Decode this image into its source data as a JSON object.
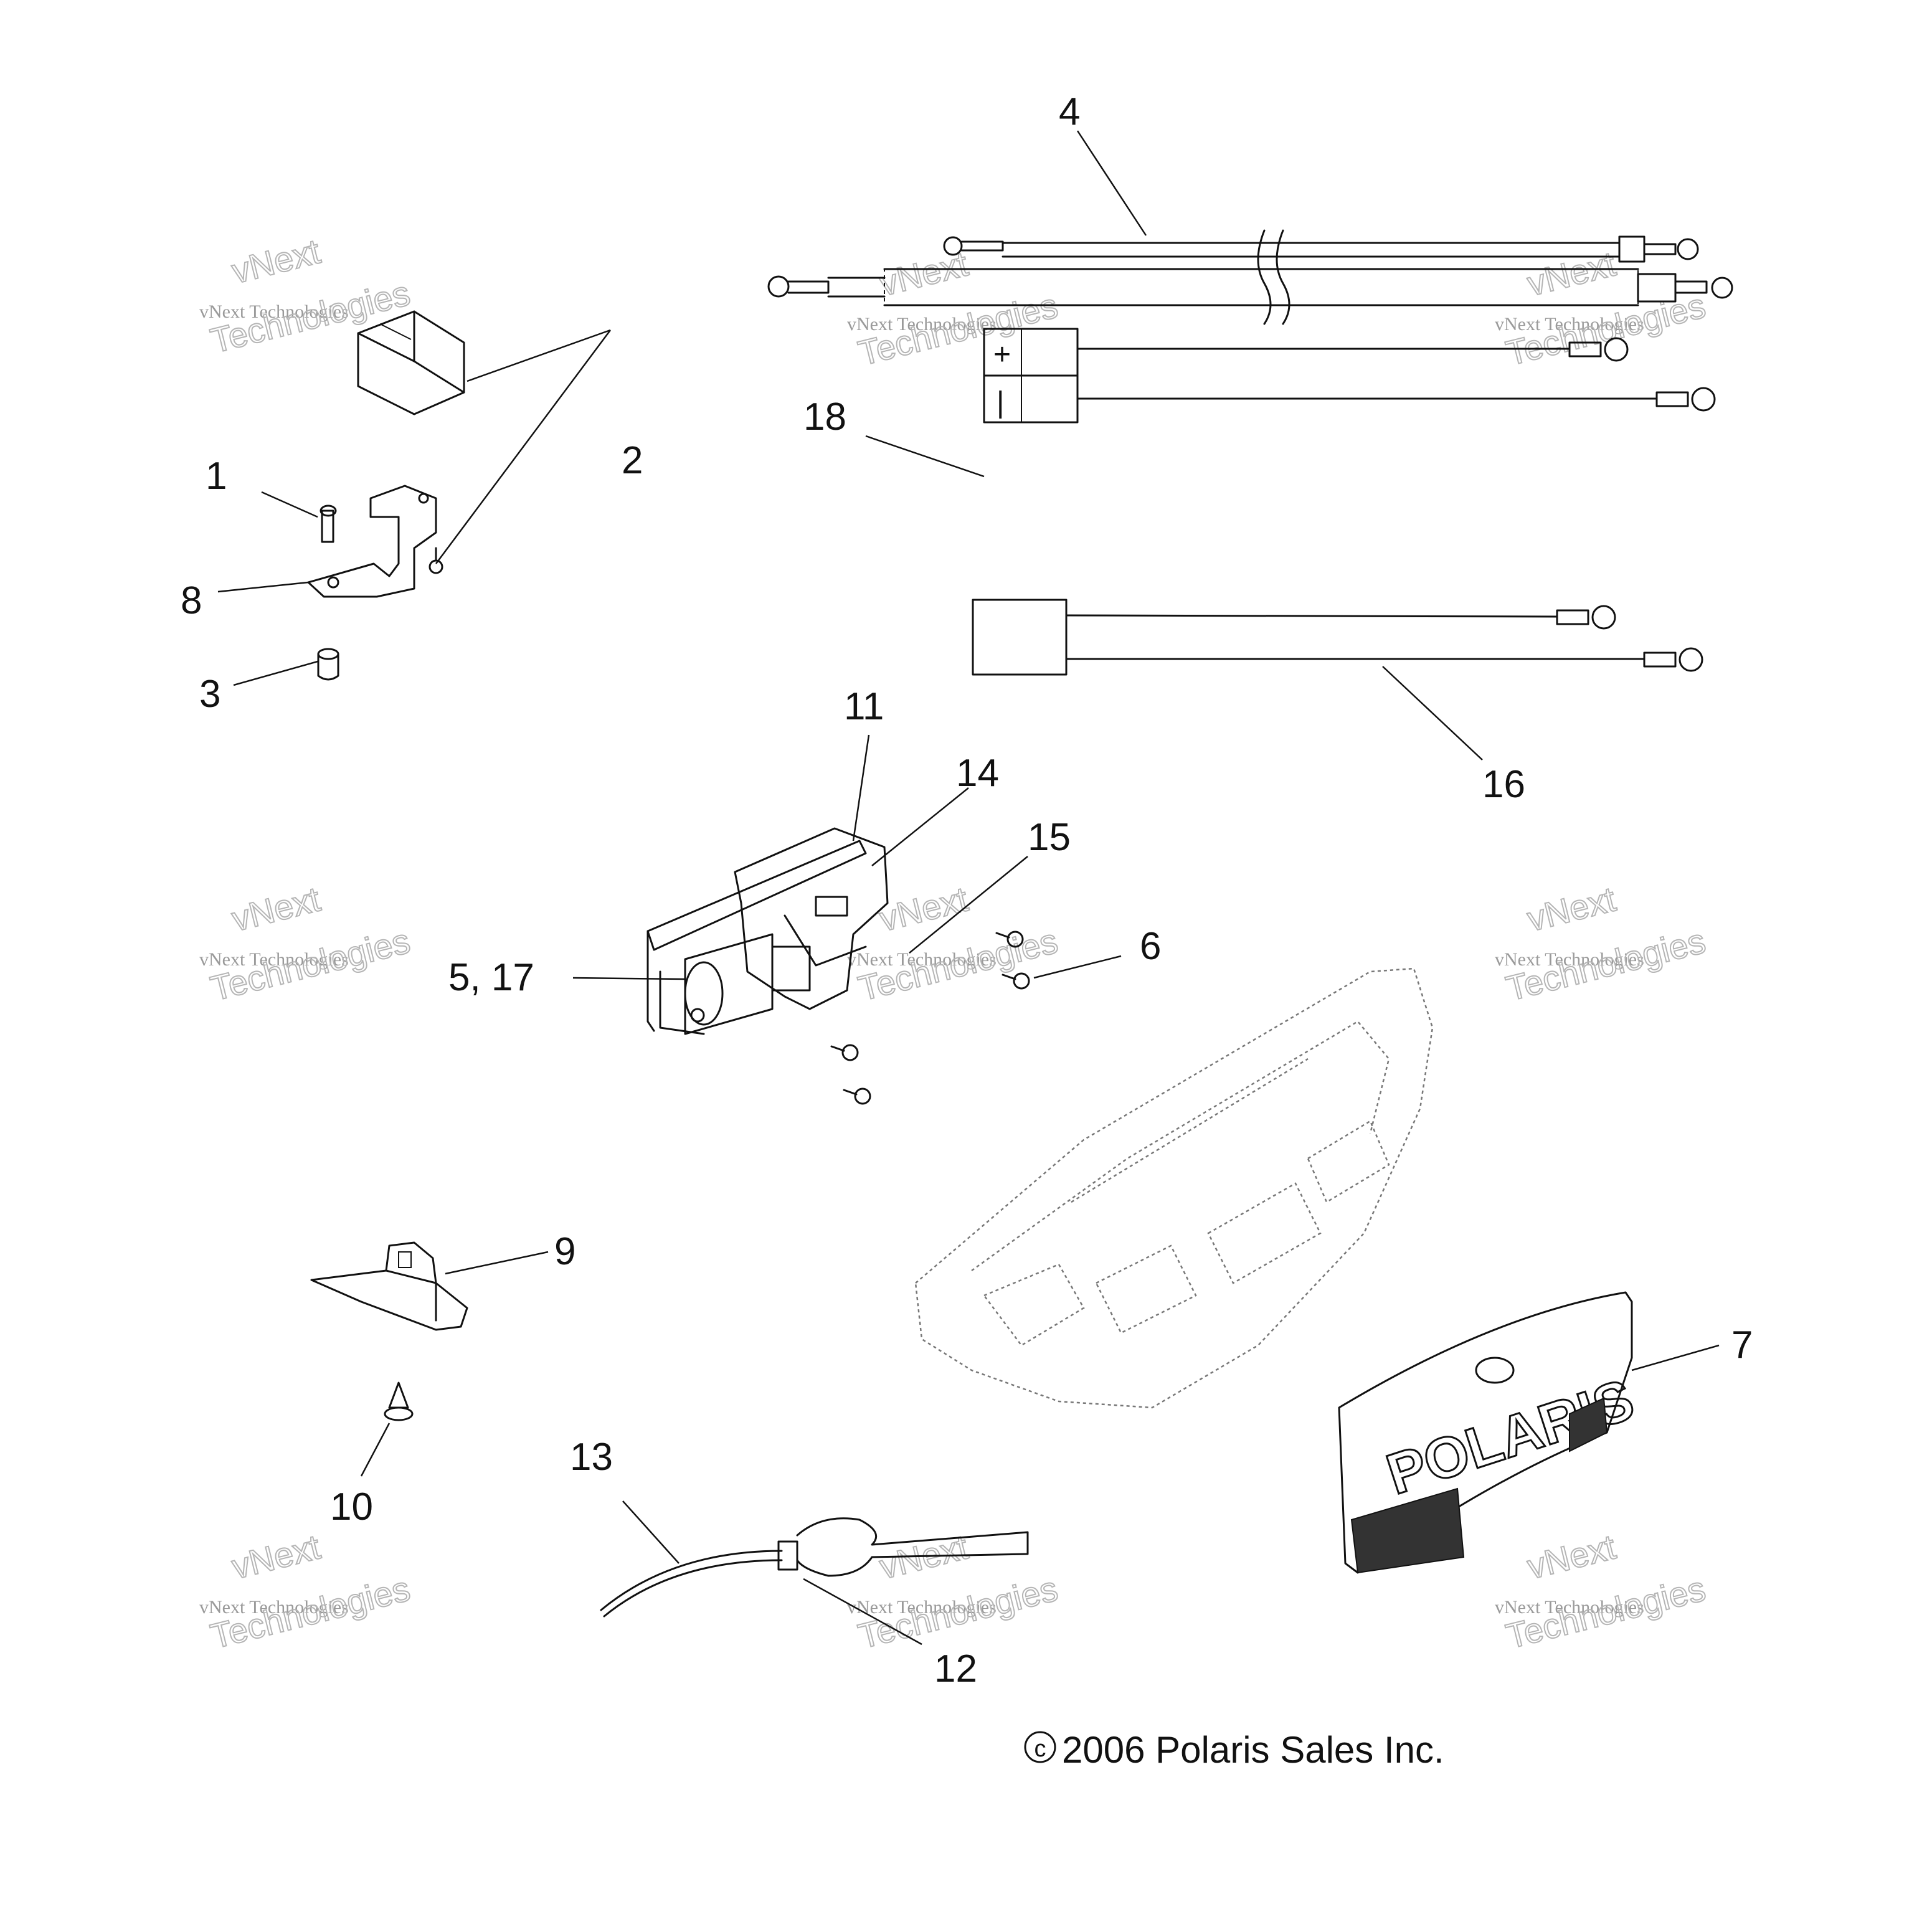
{
  "callouts": {
    "c1": "1",
    "c2": "2",
    "c3": "3",
    "c4": "4",
    "c5_17": "5, 17",
    "c6": "6",
    "c7": "7",
    "c8": "8",
    "c9": "9",
    "c10": "10",
    "c11": "11",
    "c12": "12",
    "c13": "13",
    "c14": "14",
    "c15": "15",
    "c16": "16",
    "c18": "18"
  },
  "copyright": "2006 Polaris Sales Inc.",
  "copyright_symbol": "c",
  "connector_signs": {
    "plus": "+",
    "minus": "|"
  },
  "watermark": {
    "line1": "vNext Technologies",
    "line2": "vNext",
    "line3": "Technologies"
  },
  "logo_text": "POLARIS"
}
